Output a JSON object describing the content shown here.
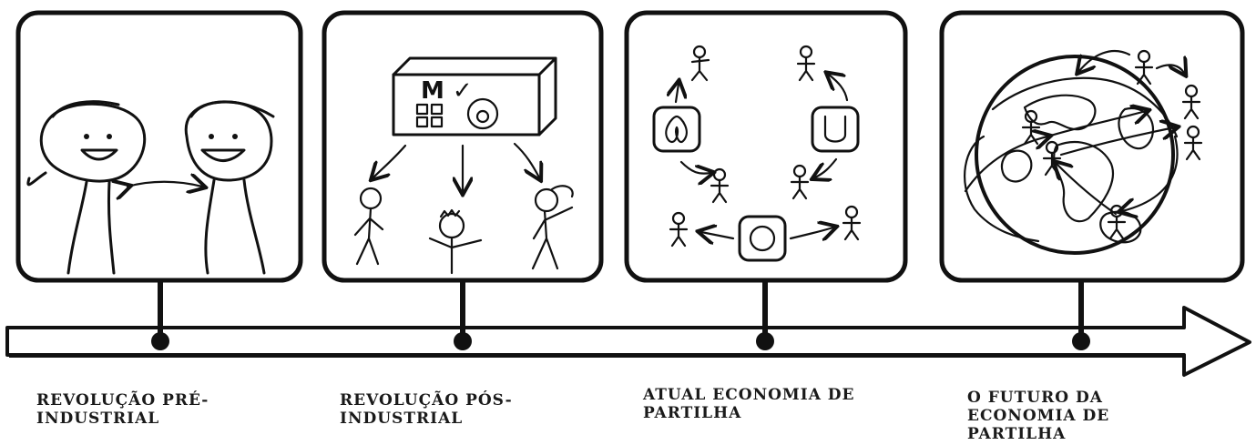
{
  "stages": [
    {
      "label": "REVOLUÇÃO PRÉ-\nINDUSTRIAL",
      "scene": "two people conversing"
    },
    {
      "label": "REVOLUÇÃO PÓS-\nINDUSTRIAL",
      "scene": "corporation distributing to individuals",
      "box_glyph": "M ✓"
    },
    {
      "label": "ATUAL ECONOMIA DE\nPARTILHA",
      "scene": "sharing platforms connecting people"
    },
    {
      "label": "O FUTURO DA\nECONOMIA DE\nPARTILHA",
      "scene": "global peer-to-peer network"
    }
  ]
}
